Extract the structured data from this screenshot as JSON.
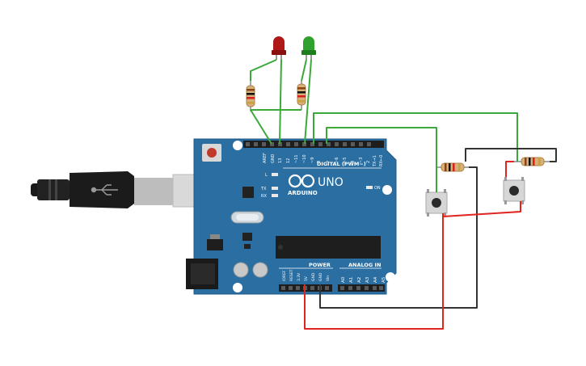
{
  "board": {
    "brand": "ARDUINO",
    "model": "UNO",
    "digital_header": "DIGITAL (PWM~)",
    "power_header": "POWER",
    "analog_header": "ANALOG IN",
    "on_label": "ON",
    "l_label": "L",
    "tx_label": "TX",
    "rx_label": "RX",
    "digital_pins": [
      "AREF",
      "GND",
      "13",
      "12",
      "~11",
      "~10",
      "~9",
      "8",
      "7",
      "~6",
      "~5",
      "4",
      "~3",
      "2",
      "TX→1",
      "RX←0"
    ],
    "power_pins": [
      "IOREF",
      "RESET",
      "3.3V",
      "5V",
      "GND",
      "GND",
      "Vin"
    ],
    "analog_pins": [
      "A0",
      "A1",
      "A2",
      "A3",
      "A4",
      "A5"
    ]
  },
  "colors": {
    "board": "#2a6ea2",
    "wire_green": "#3aa83a",
    "wire_red": "#e0241f",
    "wire_black": "#333333",
    "led_red": "#b01818",
    "led_green": "#2fa12f"
  }
}
